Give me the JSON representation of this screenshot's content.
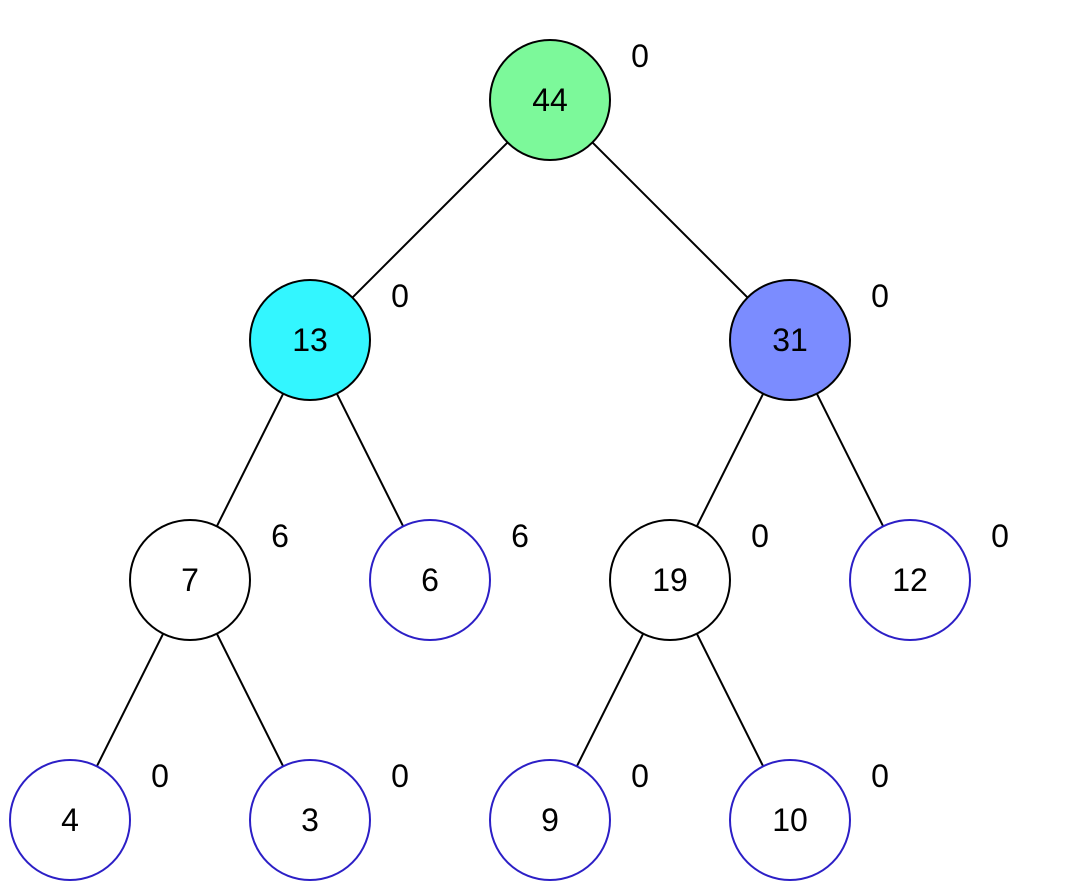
{
  "tree": {
    "nodes": [
      {
        "id": "n44",
        "value": "44",
        "label": "0",
        "fill": "#7CF99A",
        "stroke": "#000000"
      },
      {
        "id": "n13",
        "value": "13",
        "label": "0",
        "fill": "#33F6FF",
        "stroke": "#000000"
      },
      {
        "id": "n31",
        "value": "31",
        "label": "0",
        "fill": "#7B8CFF",
        "stroke": "#000000"
      },
      {
        "id": "n7",
        "value": "7",
        "label": "6",
        "fill": "#FFFFFF",
        "stroke": "#000000"
      },
      {
        "id": "n6",
        "value": "6",
        "label": "6",
        "fill": "#FFFFFF",
        "stroke": "#2C1FC6"
      },
      {
        "id": "n19",
        "value": "19",
        "label": "0",
        "fill": "#FFFFFF",
        "stroke": "#000000"
      },
      {
        "id": "n12",
        "value": "12",
        "label": "0",
        "fill": "#FFFFFF",
        "stroke": "#2C1FC6"
      },
      {
        "id": "n4",
        "value": "4",
        "label": "0",
        "fill": "#FFFFFF",
        "stroke": "#2C1FC6"
      },
      {
        "id": "n3",
        "value": "3",
        "label": "0",
        "fill": "#FFFFFF",
        "stroke": "#2C1FC6"
      },
      {
        "id": "n9",
        "value": "9",
        "label": "0",
        "fill": "#FFFFFF",
        "stroke": "#2C1FC6"
      },
      {
        "id": "n10",
        "value": "10",
        "label": "0",
        "fill": "#FFFFFF",
        "stroke": "#2C1FC6"
      }
    ],
    "edges": [
      {
        "from": "n44",
        "to": "n13"
      },
      {
        "from": "n44",
        "to": "n31"
      },
      {
        "from": "n13",
        "to": "n7"
      },
      {
        "from": "n13",
        "to": "n6"
      },
      {
        "from": "n31",
        "to": "n19"
      },
      {
        "from": "n31",
        "to": "n12"
      },
      {
        "from": "n7",
        "to": "n4"
      },
      {
        "from": "n7",
        "to": "n3"
      },
      {
        "from": "n19",
        "to": "n9"
      },
      {
        "from": "n19",
        "to": "n10"
      }
    ]
  }
}
